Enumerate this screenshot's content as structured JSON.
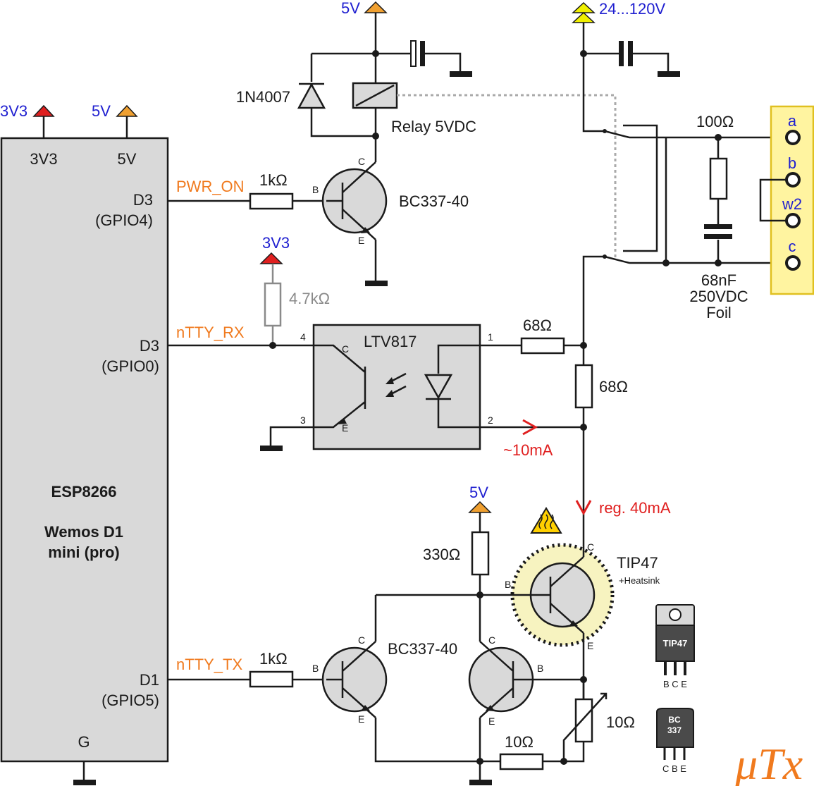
{
  "colors": {
    "label_blue": "#1f1fd0",
    "signal_orange": "#f07a1e",
    "current_red": "#e02020",
    "module_gray": "#d9d9d9",
    "connector_yellow": "#fff4a0",
    "heatsink_yellow": "#f7f3c0"
  },
  "rails": {
    "rail_3v3": "3V3",
    "rail_5v": "5V",
    "rail_24_120v": "24...120V"
  },
  "esp": {
    "pin_3v3": "3V3",
    "pin_5v": "5V",
    "pin_d3_a": "D3",
    "pin_gpio4": "(GPIO4)",
    "pin_d3_b": "D3",
    "pin_gpio0": "(GPIO0)",
    "pin_d1": "D1",
    "pin_gpio5": "(GPIO5)",
    "pin_g": "G",
    "name_line1": "ESP8266",
    "name_line2": "Wemos D1",
    "name_line3": "mini (pro)"
  },
  "signals": {
    "pwr_on": "PWR_ON",
    "ntty_rx": "nTTY_RX",
    "ntty_tx": "nTTY_TX"
  },
  "relay_section": {
    "diode": "1N4007",
    "relay": "Relay 5VDC",
    "r_base": "1kΩ",
    "transistor": "BC337-40",
    "pin_b": "B",
    "pin_c": "C",
    "pin_e": "E"
  },
  "optocoupler": {
    "name": "LTV817",
    "pin_1": "1",
    "pin_2": "2",
    "pin_3": "3",
    "pin_4": "4",
    "pin_c": "C",
    "pin_e": "E",
    "pullup": "4.7kΩ",
    "r_series": "68Ω",
    "r_shunt": "68Ω",
    "current": "~10mA"
  },
  "bus_output": {
    "r_100": "100Ω",
    "cap_line1": "68nF",
    "cap_line2": "250VDC",
    "cap_line3": "Foil",
    "term_a": "a",
    "term_b": "b",
    "term_w2": "w2",
    "term_c": "c"
  },
  "regulator": {
    "current": "reg. 40mA",
    "power_transistor": "TIP47",
    "heatsink": "+Heatsink",
    "r_330": "330Ω",
    "r_tx": "1kΩ",
    "tx_transistor": "BC337-40",
    "r_10": "10Ω",
    "r_10_var": "10Ω"
  },
  "packages": {
    "tip47_label": "TIP47",
    "tip47_pins": "B C E",
    "bc337_label_1": "BC",
    "bc337_label_2": "337",
    "bc337_pins": "C B E"
  },
  "brand": "μTx"
}
